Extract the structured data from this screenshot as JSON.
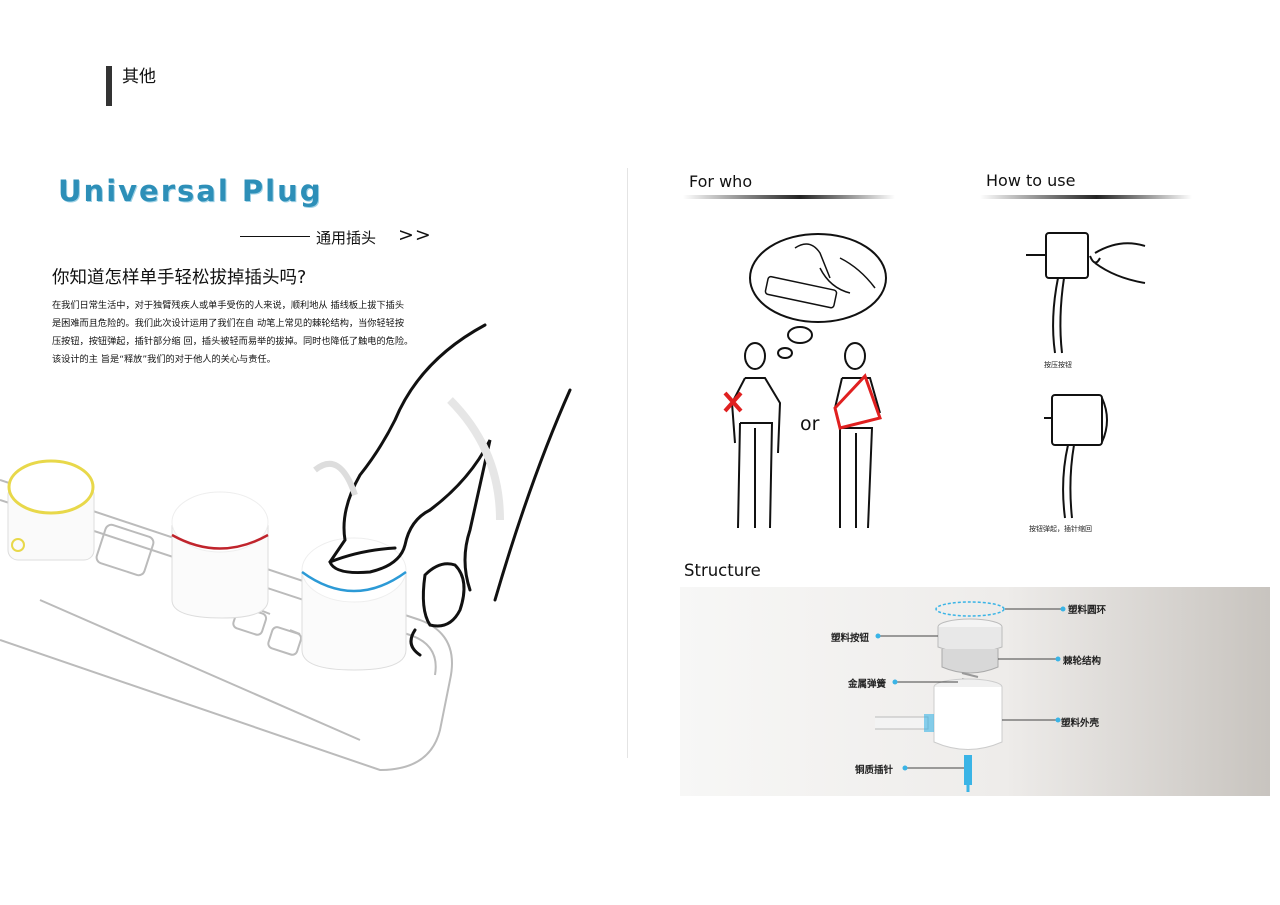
{
  "section": {
    "title": "其他"
  },
  "intro": {
    "brand_title": "Universal Plug",
    "subtitle": "通用插头",
    "subtitle_arrow": ">>",
    "question": "你知道怎样单手轻松拔掉插头吗?",
    "body_lines": [
      "在我们日常生活中，对于独臂残疾人或单手受伤的人来说，顺利地从 插线板上拔下插头",
      "是困难而且危险的。我们此次设计运用了我们在自 动笔上常见的棘轮结构，当你轻轻按",
      "压按钮，按钮弹起，插针部分缩 回，插头被轻而易举的拔掉。同时也降低了触电的危险。",
      "该设计的主 旨是“释放”我们的对于他人的关心与责任。"
    ]
  },
  "for_who": {
    "heading": "For who",
    "or_label": "or"
  },
  "how_to_use": {
    "heading": "How to use",
    "step1_caption": "按压按钮",
    "step2_caption": "按钮弹起，插针缩回"
  },
  "structure": {
    "heading": "Structure",
    "callouts": {
      "plastic_ring": "塑料圆环",
      "plastic_button": "塑料按钮",
      "ratchet": "棘轮结构",
      "metal_spring": "金属弹簧",
      "plastic_shell": "塑料外壳",
      "copper_pin": "铜质插针"
    }
  },
  "colors": {
    "brand_blue": "#2d8fb8",
    "accent_red": "#e02020",
    "callout_dot": "#3ab4e6",
    "ring_yellow": "#e8d84a",
    "ring_red": "#c0242c",
    "ring_blue": "#2c9ad6"
  }
}
